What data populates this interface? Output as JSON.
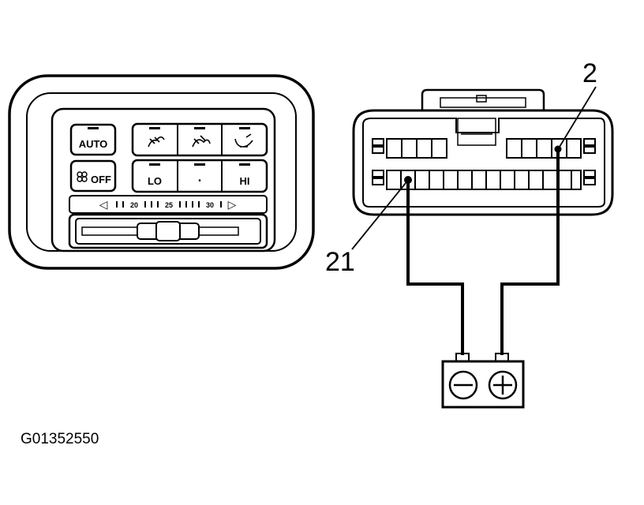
{
  "control_panel": {
    "buttons": {
      "auto": "AUTO",
      "off": "OFF",
      "lo": "LO",
      "dot": "•",
      "hi": "HI"
    },
    "scale": {
      "marks": [
        "20",
        "25",
        "30"
      ],
      "left_arrow": "◁",
      "right_arrow": "▷"
    }
  },
  "connector": {
    "pins": {
      "pin_a": "2",
      "pin_b": "21"
    }
  },
  "figure_id": "G01352550"
}
